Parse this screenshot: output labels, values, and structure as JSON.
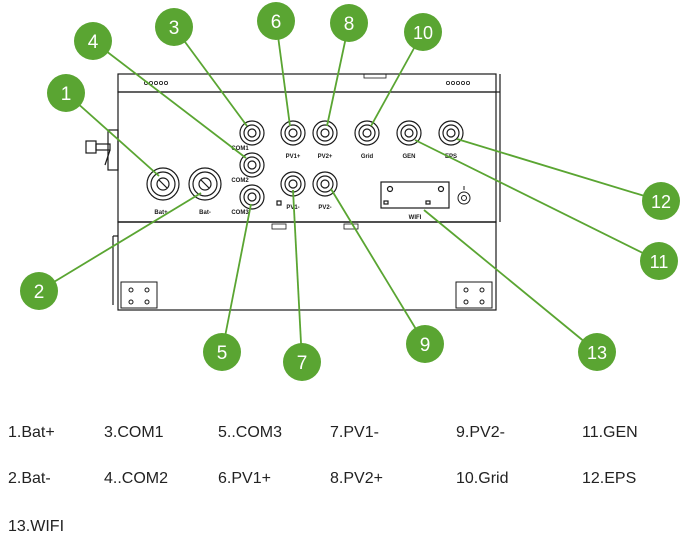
{
  "callouts": [
    {
      "n": "1",
      "label": "1"
    },
    {
      "n": "2",
      "label": "2"
    },
    {
      "n": "3",
      "label": "3"
    },
    {
      "n": "4",
      "label": "4"
    },
    {
      "n": "5",
      "label": "5"
    },
    {
      "n": "6",
      "label": "6"
    },
    {
      "n": "7",
      "label": "7"
    },
    {
      "n": "8",
      "label": "8"
    },
    {
      "n": "9",
      "label": "9"
    },
    {
      "n": "10",
      "label": "10"
    },
    {
      "n": "11",
      "label": "11"
    },
    {
      "n": "12",
      "label": "12"
    },
    {
      "n": "13",
      "label": "13"
    }
  ],
  "port_labels": {
    "bat_plus": "Bat+",
    "bat_minus": "Bat-",
    "com1": "COM1",
    "com2": "COM2",
    "com3": "COM3",
    "pv1_plus": "PV1+",
    "pv2_plus": "PV2+",
    "grid": "Grid",
    "gen": "GEN",
    "eps": "EPS",
    "pv1_minus": "PV1-",
    "pv2_minus": "PV2-",
    "wifi": "WIFI"
  },
  "legend": {
    "item1": "1.Bat+",
    "item2": "2.Bat-",
    "item3": "3.COM1",
    "item4": "4..COM2",
    "item5": "5..COM3",
    "item6": "6.PV1+",
    "item7": "7.PV1-",
    "item8": "8.PV2+",
    "item9": "9.PV2-",
    "item10": "10.Grid",
    "item11": "11.GEN",
    "item12": "12.EPS",
    "item13": "13.WIFI"
  },
  "colors": {
    "callout_fill": "#5aa532",
    "callout_text": "#ffffff",
    "leader_line": "#5aa532",
    "device_stroke": "#1a1a1a"
  }
}
